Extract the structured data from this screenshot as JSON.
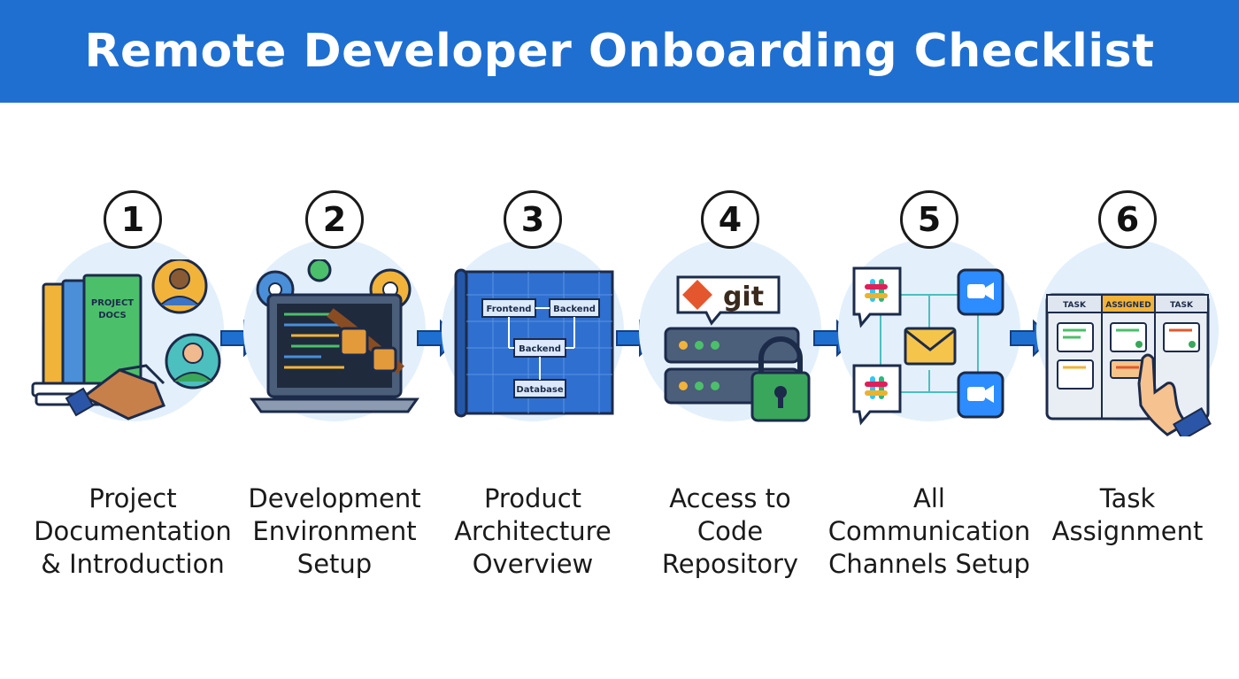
{
  "title": "Remote Developer Onboarding Checklist",
  "colors": {
    "header": "#1f6fd1",
    "arrow": "#1f6fd1",
    "blob": "#e3f0fb",
    "accent_green": "#3aa65b",
    "accent_orange": "#f0a42c"
  },
  "steps": [
    {
      "number": "1",
      "label_lines": [
        "Project",
        "Documentation",
        "& Introduction"
      ],
      "icons": [
        "binders-icon",
        "handshake-icon",
        "person-avatar-icon"
      ],
      "binder_text": [
        "PROJECT",
        "DOCS"
      ]
    },
    {
      "number": "2",
      "label_lines": [
        "Development",
        "Environment",
        "Setup"
      ],
      "icons": [
        "laptop-icon",
        "gear-icon",
        "toolbelt-icon"
      ]
    },
    {
      "number": "3",
      "label_lines": [
        "Product",
        "Architecture",
        "Overview"
      ],
      "icons": [
        "blueprint-icon"
      ],
      "diagram_boxes": [
        "Frontend",
        "Backend",
        "Backend",
        "Database"
      ]
    },
    {
      "number": "4",
      "label_lines": [
        "Access to",
        "Code",
        "Repository"
      ],
      "icons": [
        "git-logo-icon",
        "server-icon",
        "padlock-icon"
      ],
      "git_text": "git"
    },
    {
      "number": "5",
      "label_lines": [
        "All",
        "Communication",
        "Channels Setup"
      ],
      "icons": [
        "slack-icon",
        "video-call-icon",
        "envelope-icon"
      ]
    },
    {
      "number": "6",
      "label_lines": [
        "Task",
        "Assignment"
      ],
      "icons": [
        "kanban-board-icon",
        "pointing-hand-icon"
      ],
      "board_columns": [
        "TASK",
        "ASSIGNED",
        "TASK"
      ]
    }
  ]
}
